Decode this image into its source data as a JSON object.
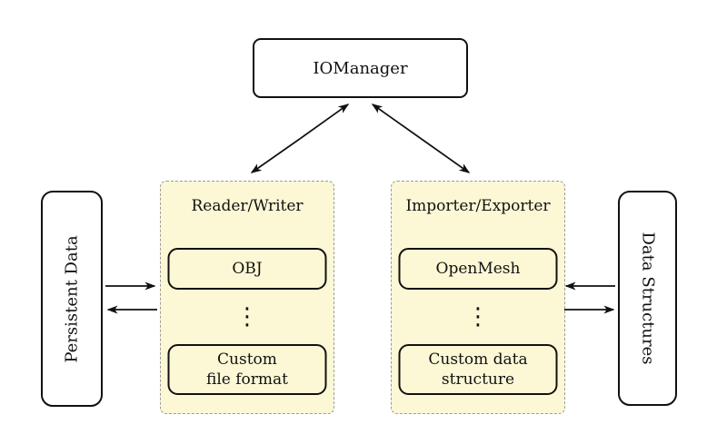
{
  "diagram": {
    "iomanager": {
      "label": "IOManager"
    },
    "persistent_data": {
      "label": "Persistent Data"
    },
    "data_structures": {
      "label": "Data Structures"
    },
    "reader_writer": {
      "title": "Reader/Writer",
      "items": [
        {
          "label": "OBJ"
        },
        {
          "label": "Custom\nfile format"
        }
      ]
    },
    "importer_exporter": {
      "title": "Importer/Exporter",
      "items": [
        {
          "label": "OpenMesh"
        },
        {
          "label": "Custom data\nstructure"
        }
      ]
    },
    "icons": {
      "vertical_ellipsis": "⋮"
    },
    "colors": {
      "background": "#ffffff",
      "panel_fill": "#fcf8d5",
      "panel_border": "#9b9b9b",
      "box_border": "#111111",
      "arrow": "#111111"
    }
  }
}
